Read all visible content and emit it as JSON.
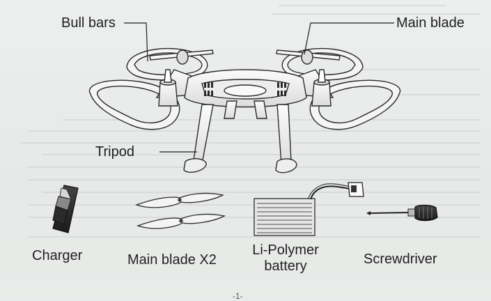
{
  "labels": {
    "bull_bars": "Bull bars",
    "main_blade": "Main blade",
    "tripod": "Tripod",
    "charger": "Charger",
    "main_blade_x2": "Main blade X2",
    "battery_line1": "Li-Polymer",
    "battery_line2": "battery",
    "screwdriver": "Screwdriver"
  },
  "page_number": "-1-"
}
